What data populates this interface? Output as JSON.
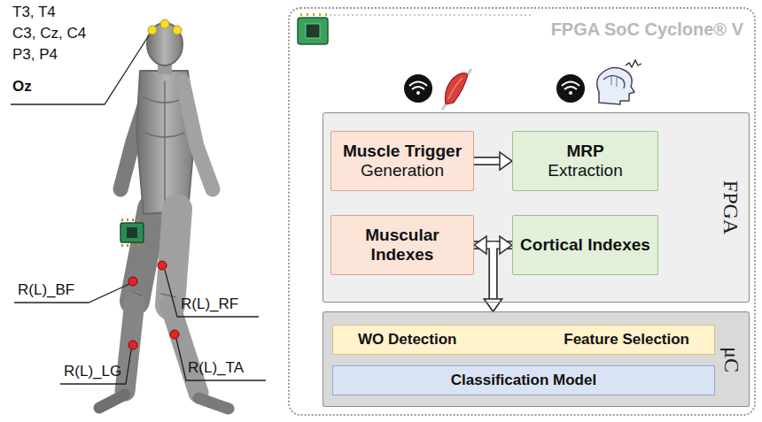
{
  "diagram": {
    "nodes": [
      {
        "text": [
          "FPGA SoC Cyclone® V"
        ]
      },
      {
        "text": [
          "FPGA"
        ],
        "in": 0
      },
      {
        "text": [
          "Muscle Trigger",
          "Generation"
        ],
        "in": 1
      },
      {
        "text": [
          "MRP",
          "Extraction"
        ],
        "in": 1
      },
      {
        "text": [
          "Muscular Indexes"
        ],
        "in": 1
      },
      {
        "text": [
          "Cortical Indexes"
        ],
        "in": 1
      },
      {
        "text": [
          "μC"
        ],
        "in": 0
      },
      {
        "text": [
          "WO Detection",
          "Feature Selection"
        ],
        "in": 6
      },
      {
        "text": [
          "Classification Model"
        ],
        "in": 6
      }
    ],
    "edges": [
      {
        "from": 2,
        "to": 3,
        "arrow": "to"
      },
      {
        "from": 4,
        "to": 5,
        "arrow": "both"
      },
      {
        "from": 4,
        "to": 6,
        "arrow": "to"
      },
      {
        "from": 5,
        "to": 6,
        "arrow": "to"
      }
    ],
    "labels": [
      "T3, T4",
      "C3, Cz, C4",
      "P3, P4",
      "Oz",
      "R(L)_BF",
      "R(L)_RF",
      "R(L)_TA",
      "R(L)_LG"
    ]
  }
}
